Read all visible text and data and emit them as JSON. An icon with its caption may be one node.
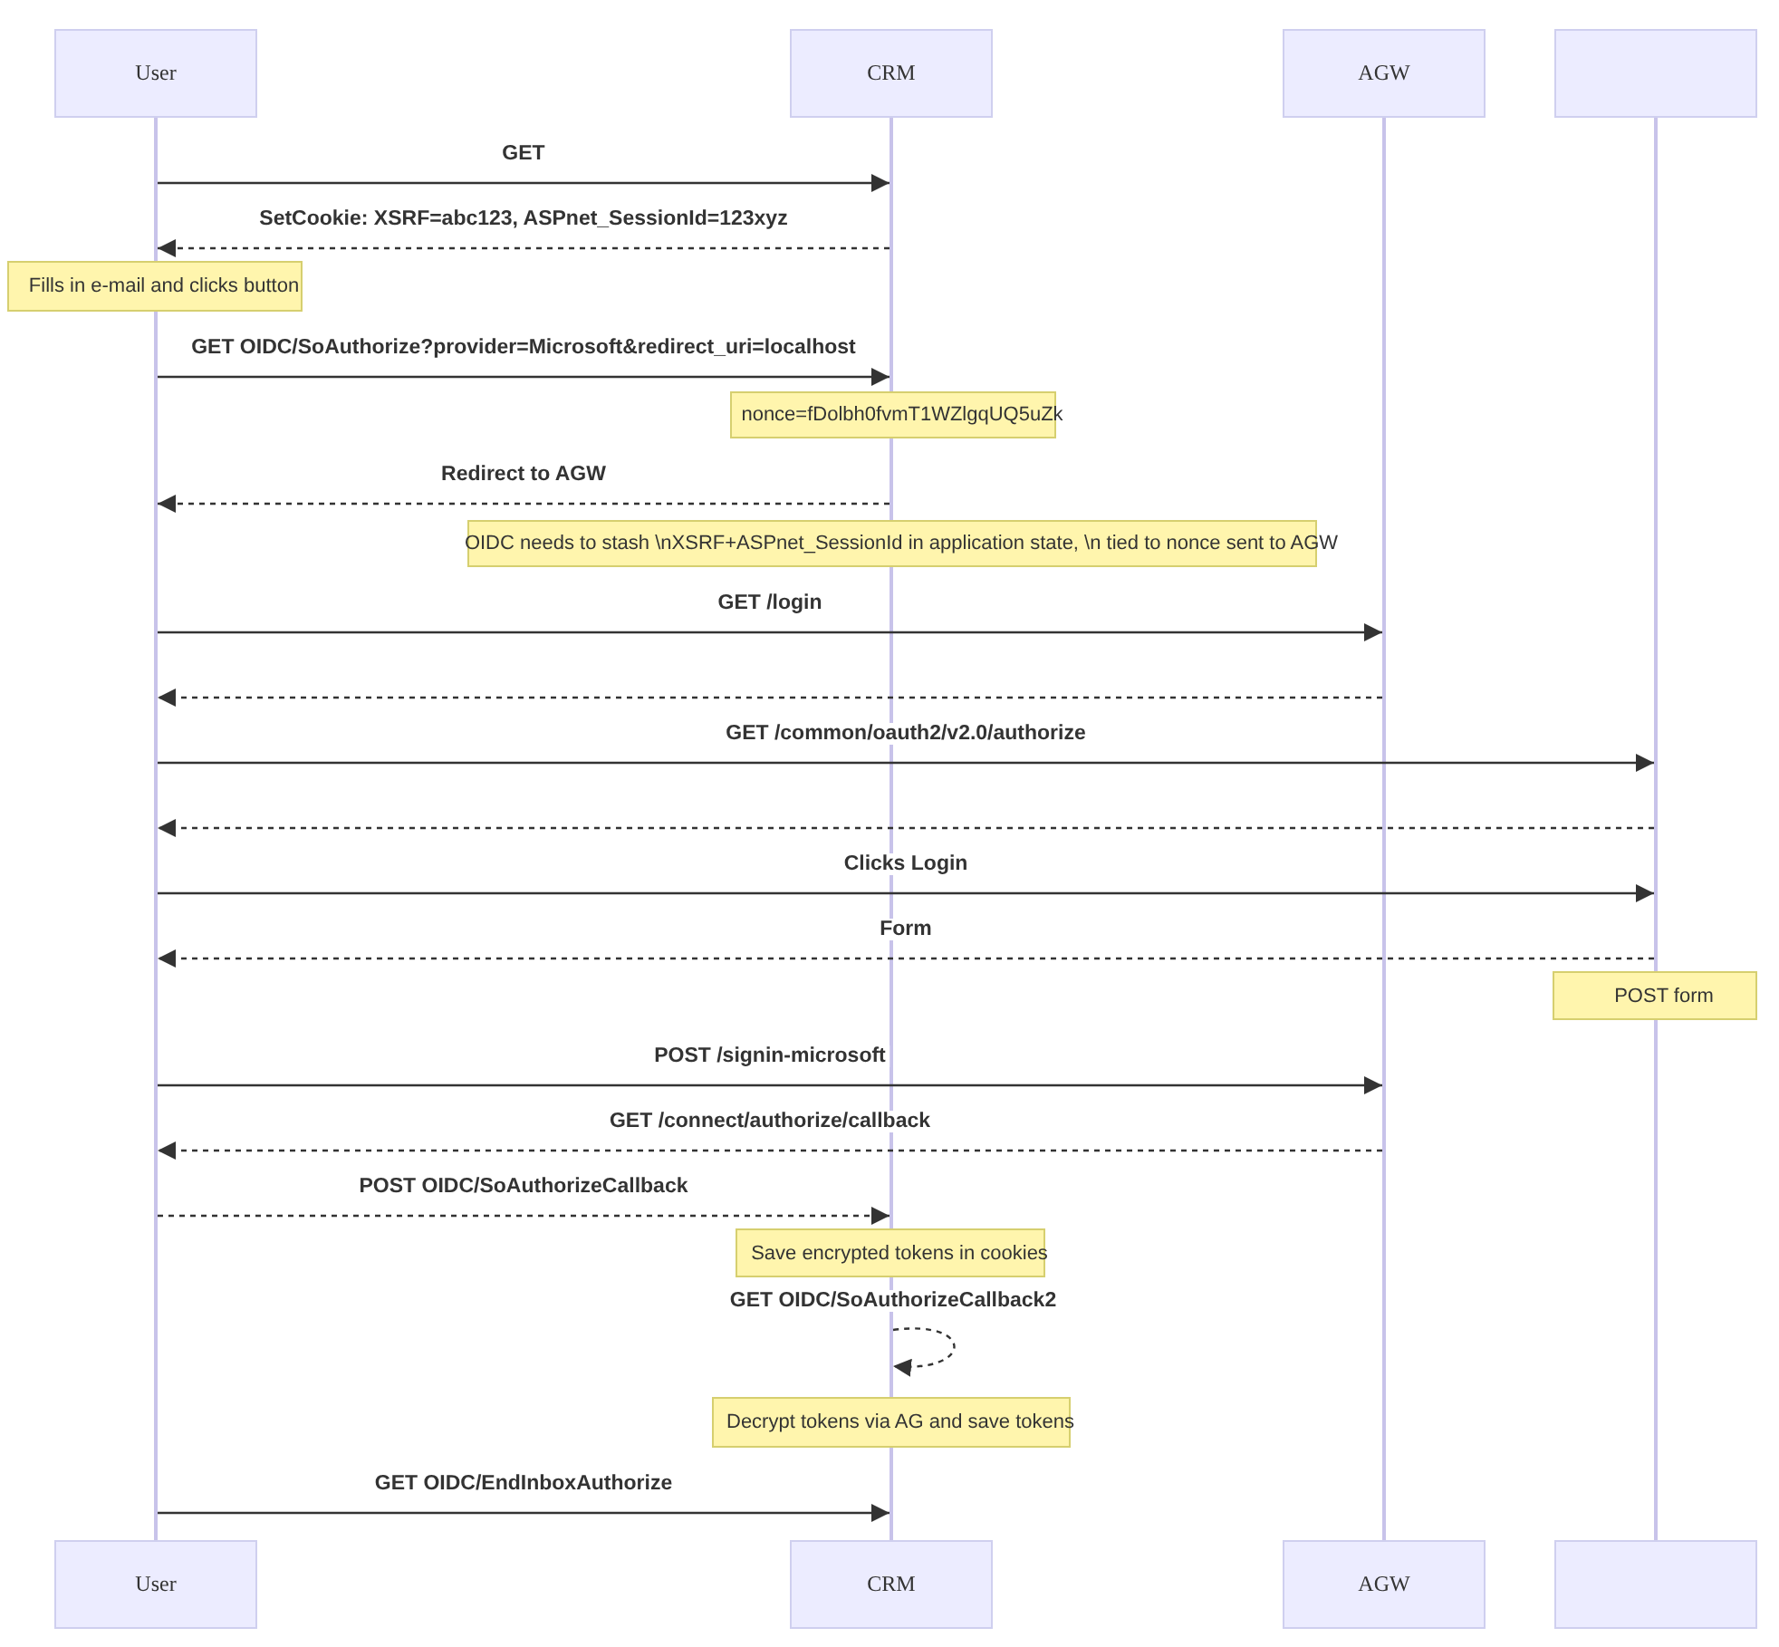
{
  "diagram": {
    "nodes": [
      {
        "text": [
          "User"
        ]
      },
      {
        "text": [
          "CRM"
        ]
      },
      {
        "text": [
          "AGW"
        ]
      },
      {
        "text": [],
        "shape": "box"
      },
      {
        "text": [
          "User"
        ]
      },
      {
        "text": [
          "CRM"
        ]
      },
      {
        "text": [
          "AGW"
        ]
      },
      {
        "text": [],
        "shape": "box"
      },
      {
        "text": [],
        "shape": "bar"
      },
      {
        "text": [],
        "shape": "bar"
      },
      {
        "text": [],
        "shape": "bar"
      },
      {
        "text": [],
        "shape": "bar"
      },
      {
        "text": [
          "Fills in e-mail and clicks button"
        ]
      },
      {
        "text": [
          "nonce=fDolbh0fvmT1WZlgqUQ5uZk"
        ]
      },
      {
        "text": [
          "OIDC needs to stash \\nXSRF+ASPnet_SessionId in application state, \\n tied to nonce sent to AGW"
        ]
      },
      {
        "text": [
          "POST form"
        ]
      },
      {
        "text": [
          "Save encrypted tokens in cookies"
        ]
      },
      {
        "text": [
          "Decrypt tokens via AG and save tokens"
        ]
      }
    ],
    "edges": [
      {
        "from": 8,
        "to": 9,
        "arrow": "to",
        "label": "GET"
      },
      {
        "from": 9,
        "to": 8,
        "arrow": "to",
        "label": "SetCookie: XSRF=abc123, ASPnet_SessionId=123xyz",
        "style": "dashed"
      },
      {
        "from": 8,
        "to": 9,
        "arrow": "to",
        "label": "GET OIDC/SoAuthorize?provider=Microsoft&redirect_uri=localhost"
      },
      {
        "from": 9,
        "to": 8,
        "arrow": "to",
        "label": "Redirect to AGW",
        "style": "dashed"
      },
      {
        "from": 8,
        "to": 10,
        "arrow": "to",
        "label": "GET /login"
      },
      {
        "from": 10,
        "to": 8,
        "arrow": "to",
        "style": "dashed"
      },
      {
        "from": 8,
        "to": 11,
        "arrow": "to",
        "label": "GET /common/oauth2/v2.0/authorize"
      },
      {
        "from": 11,
        "to": 8,
        "arrow": "to",
        "style": "dashed"
      },
      {
        "from": 8,
        "to": 11,
        "arrow": "to",
        "label": "Clicks Login"
      },
      {
        "from": 11,
        "to": 8,
        "arrow": "to",
        "label": "Form",
        "style": "dashed"
      },
      {
        "from": 8,
        "to": 10,
        "arrow": "to",
        "label": "POST /signin-microsoft"
      },
      {
        "from": 10,
        "to": 8,
        "arrow": "to",
        "label": "GET /connect/authorize/callback",
        "style": "dashed"
      },
      {
        "from": 8,
        "to": 9,
        "arrow": "to",
        "label": "POST OIDC/SoAuthorizeCallback",
        "style": "dashed"
      },
      {
        "from": 9,
        "to": 9,
        "arrow": "to",
        "label": "GET OIDC/SoAuthorizeCallback2",
        "style": "dashed"
      },
      {
        "from": 8,
        "to": 9,
        "arrow": "to",
        "label": "GET OIDC/EndInboxAuthorize"
      }
    ]
  }
}
